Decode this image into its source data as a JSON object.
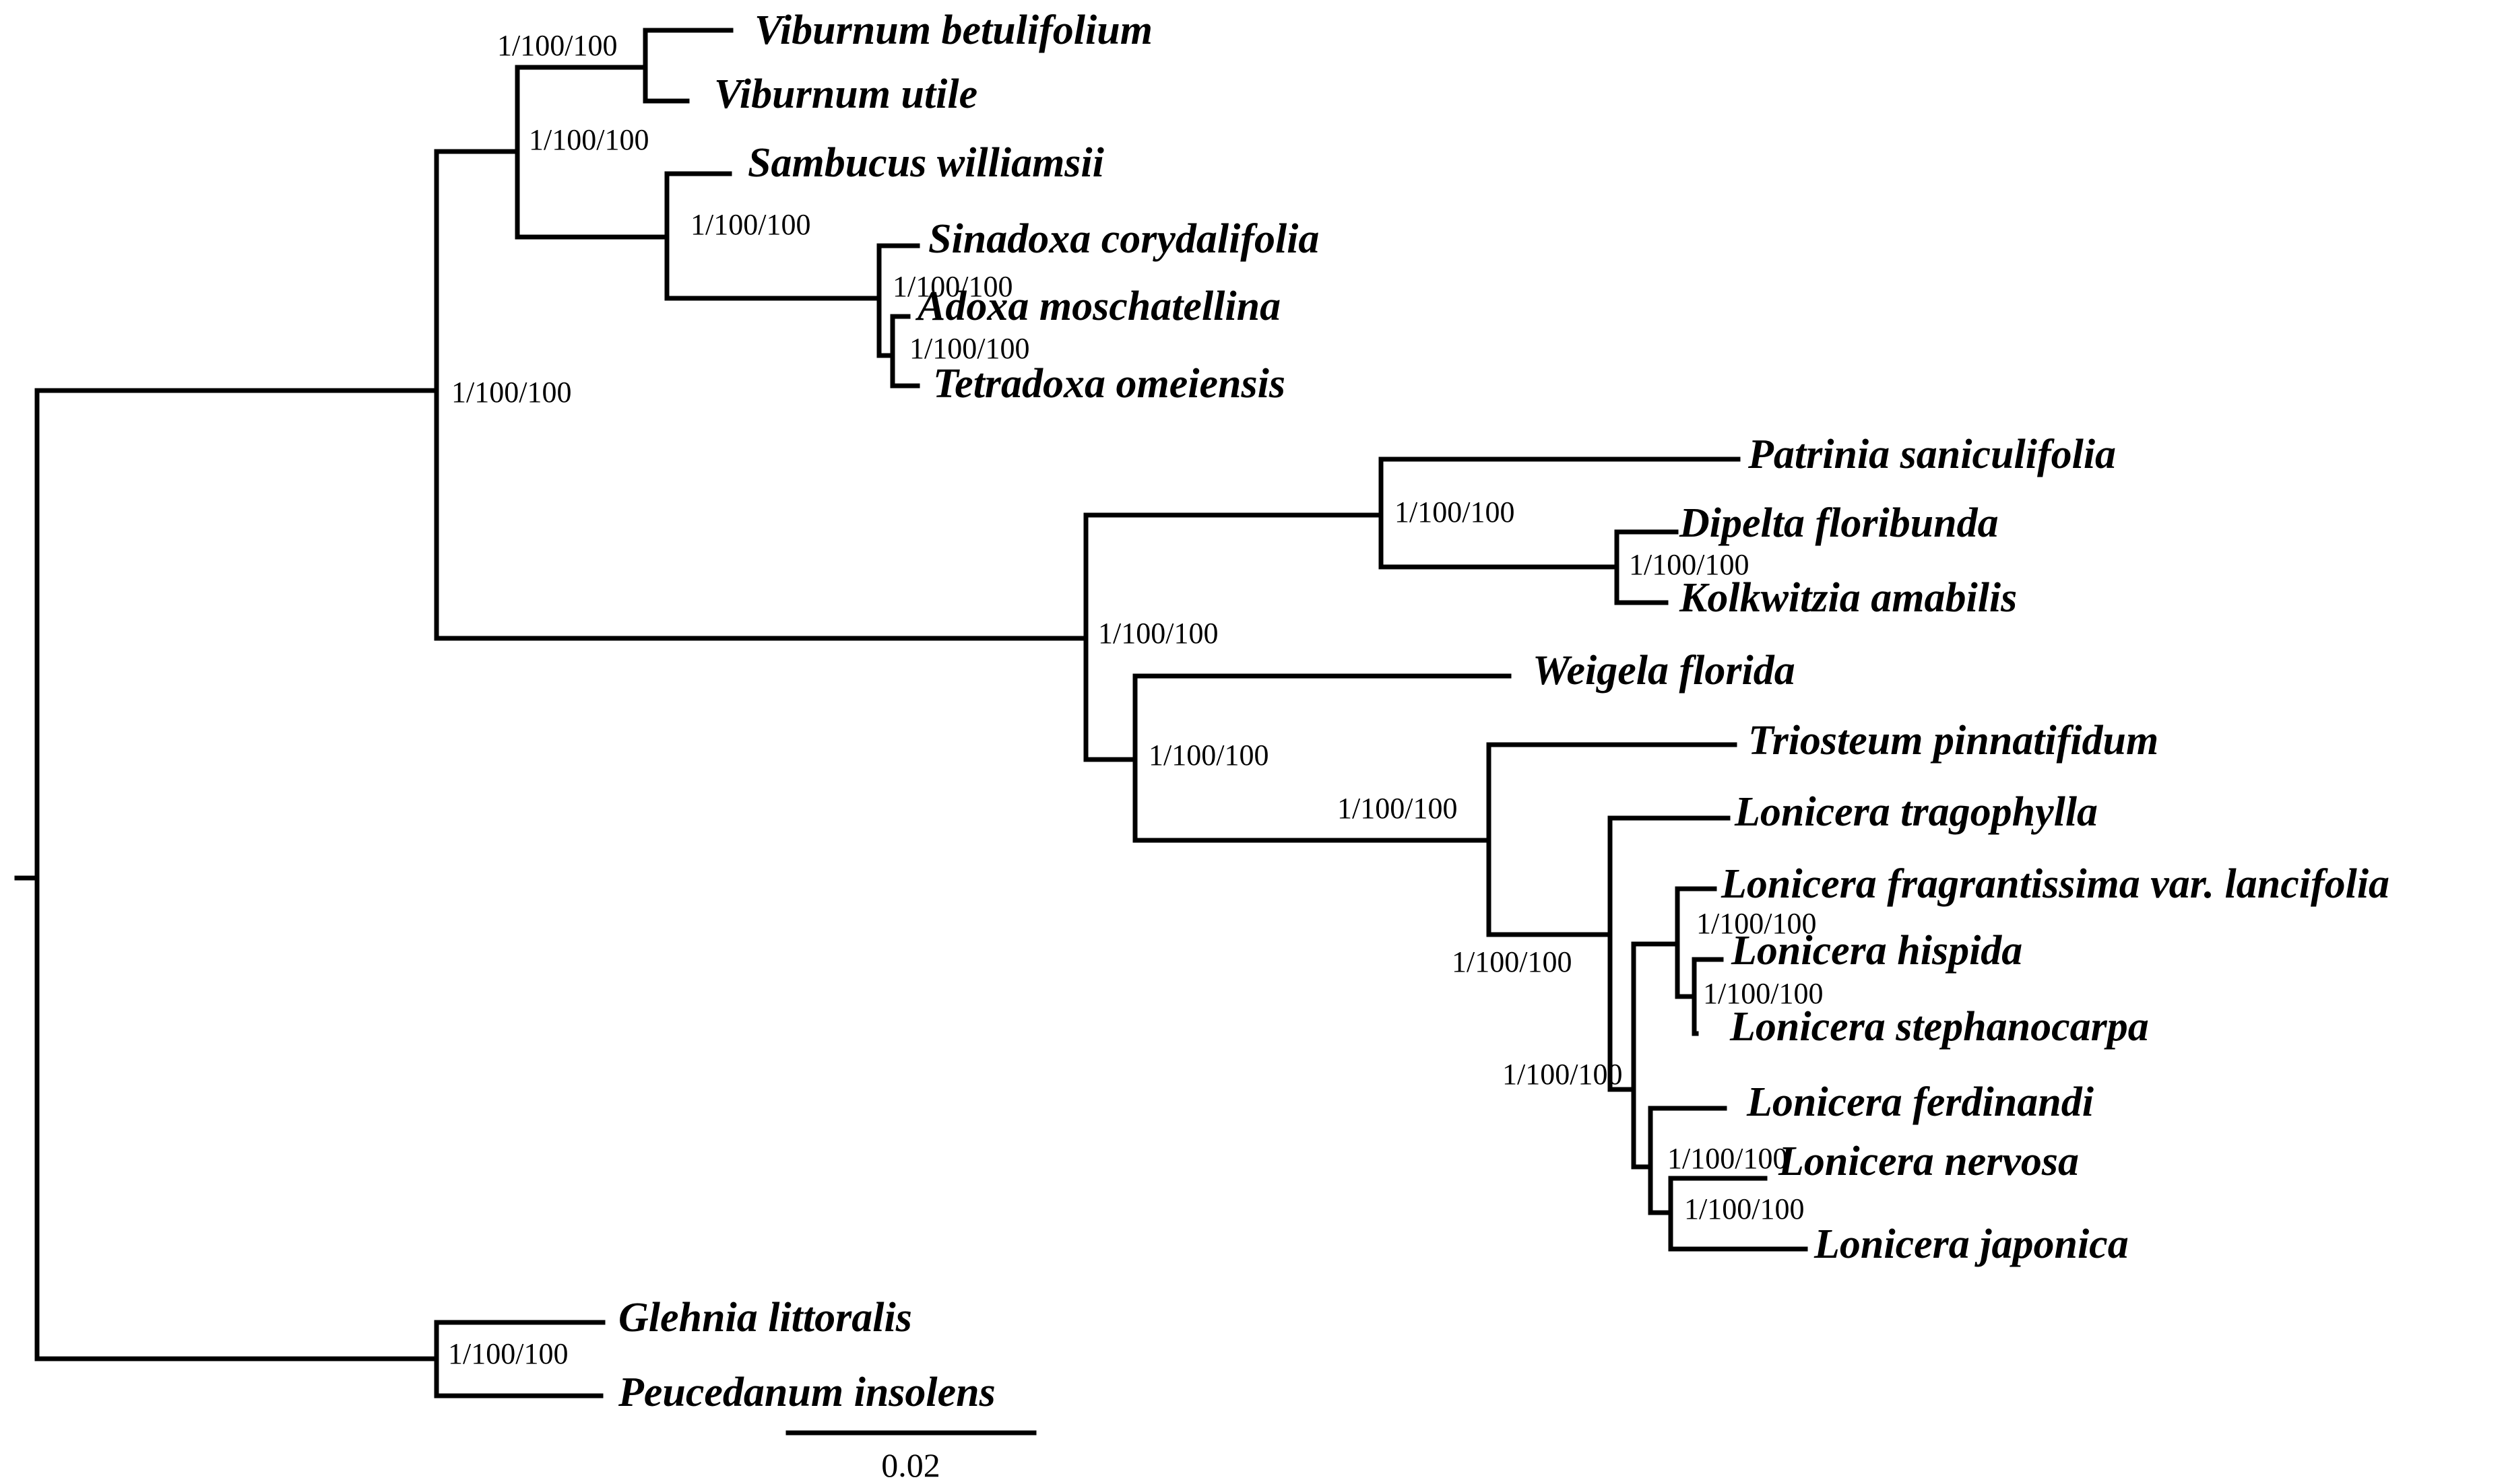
{
  "taxa": [
    "Viburnum betulifolium",
    "Viburnum utile",
    "Sambucus williamsii",
    "Sinadoxa corydalifolia",
    "Adoxa moschatellina",
    "Tetradoxa omeiensis",
    "Patrinia saniculifolia",
    "Dipelta floribunda",
    "Kolkwitzia amabilis",
    "Weigela florida",
    "Triosteum pinnatifidum",
    "Lonicera tragophylla",
    "Lonicera fragrantissima var. lancifolia",
    "Lonicera hispida",
    "Lonicera stephanocarpa",
    "Lonicera ferdinandi",
    "Lonicera nervosa",
    "Lonicera japonica",
    "Glehnia littoralis",
    "Peucedanum insolens"
  ],
  "support_values": [
    "1/100/100",
    "1/100/100",
    "1/100/100",
    "1/100/100",
    "1/100/100",
    "1/100/100",
    "1/100/100",
    "1/100/100",
    "1/100/100",
    "1/100/100",
    "1/100/100",
    "1/100/100",
    "1/100/100",
    "1/100/100",
    "1/100/100",
    "1/100/100",
    "1/100/100",
    "1/100/100"
  ],
  "scale_bar": {
    "label": "0.02"
  }
}
